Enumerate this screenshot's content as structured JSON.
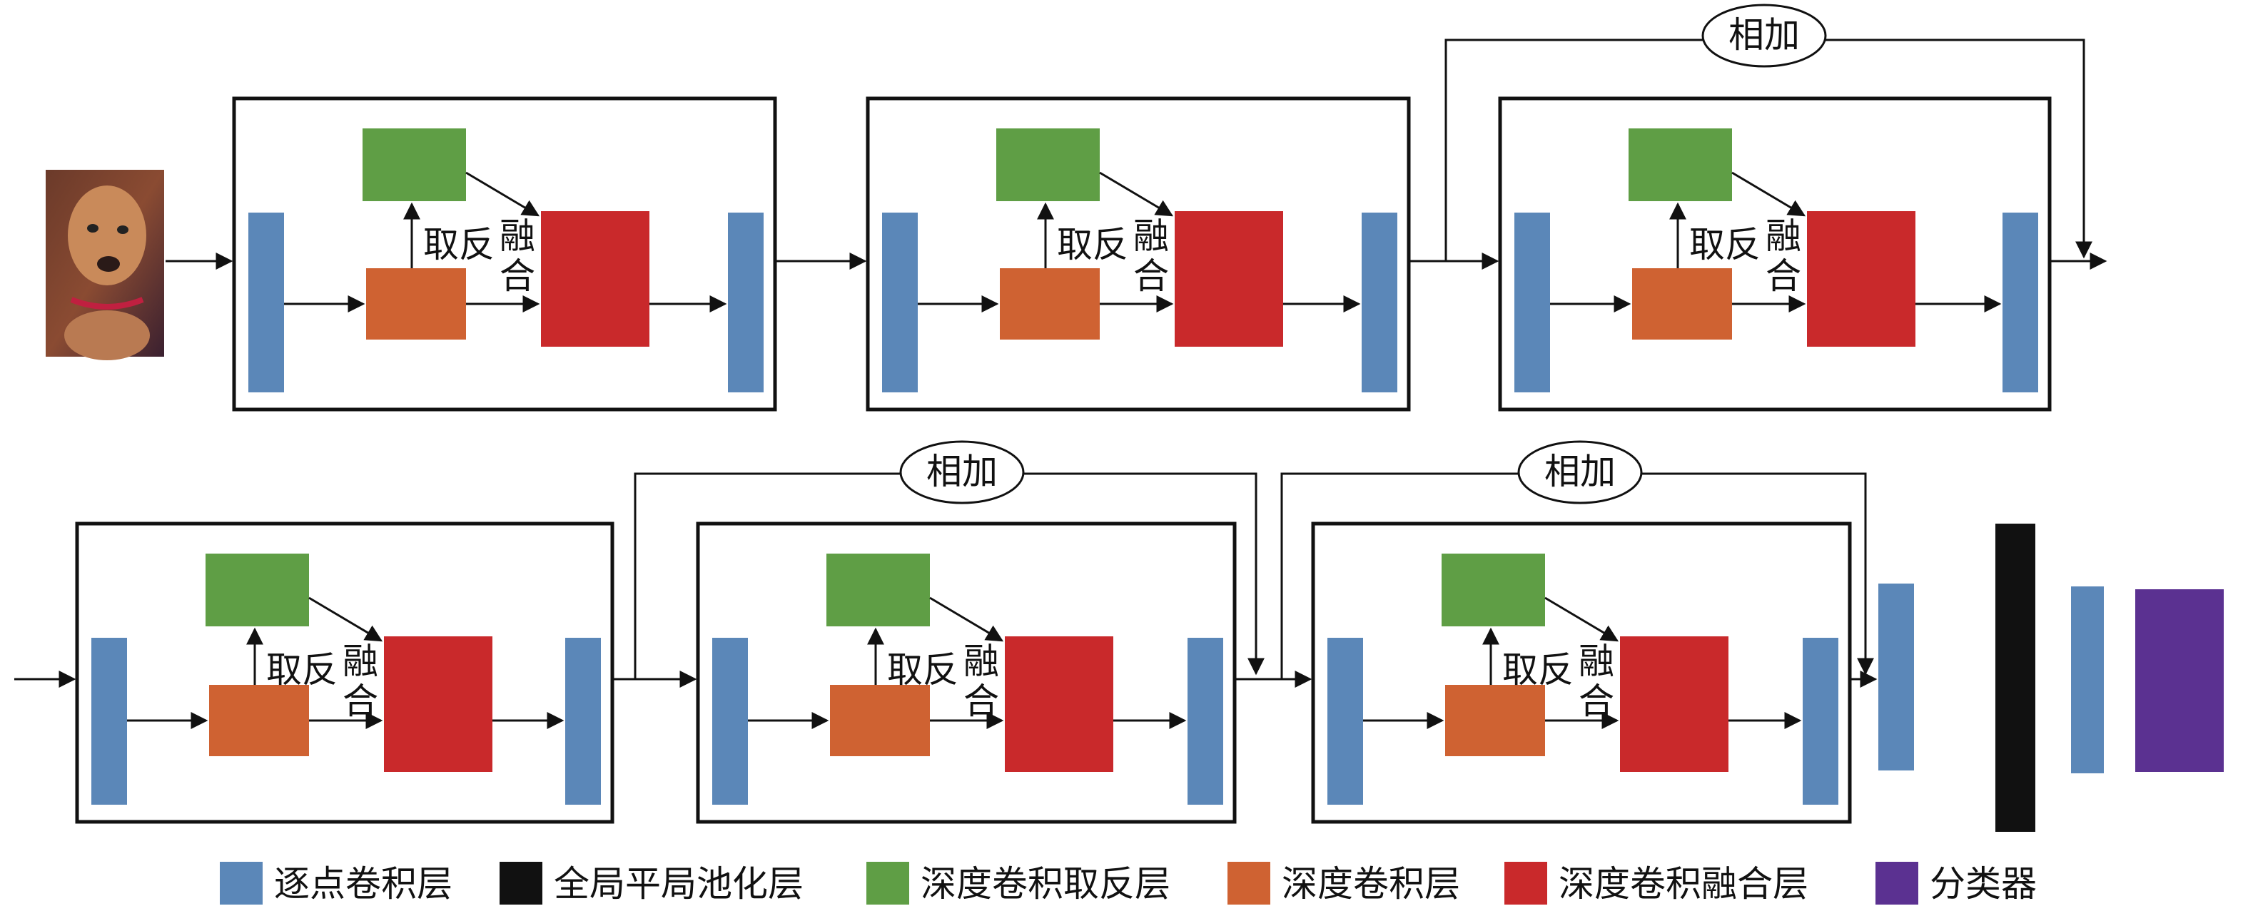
{
  "labels": {
    "invert": "取反",
    "fuse_1": "融",
    "fuse_2": "合",
    "add": "相加"
  },
  "colors": {
    "pointwise": "#5b87b8",
    "gap": "#111111",
    "invert": "#5f9e45",
    "depthwise": "#cf6232",
    "fusion": "#c9292b",
    "classifier": "#5b3191"
  },
  "input_image": {
    "description_icon": "dog-photo-icon"
  },
  "legend": [
    {
      "key": "pointwise",
      "label": "逐点卷积层"
    },
    {
      "key": "gap",
      "label": "全局平局池化层"
    },
    {
      "key": "invert",
      "label": "深度卷积取反层"
    },
    {
      "key": "depthwise",
      "label": "深度卷积层"
    },
    {
      "key": "fusion",
      "label": "深度卷积融合层"
    },
    {
      "key": "classifier",
      "label": "分类器"
    }
  ]
}
